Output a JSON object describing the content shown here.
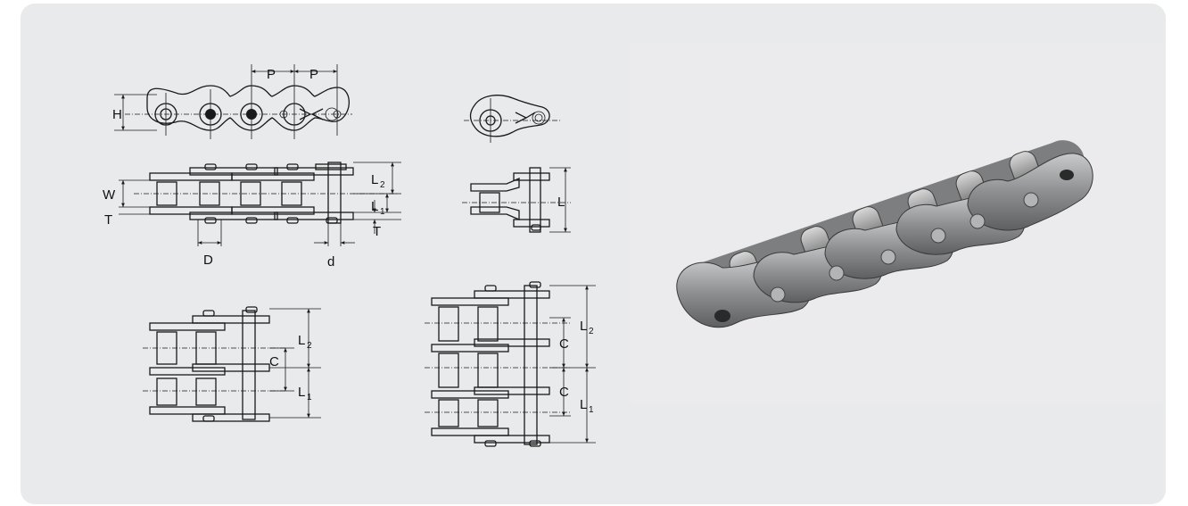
{
  "labels": {
    "pitch": "P",
    "height": "H",
    "inner_width": "W",
    "plate_thickness": "T",
    "roller_diameter": "D",
    "pin_diameter": "d",
    "length": "L",
    "length_1": "L",
    "length_1_sub": "1",
    "length_2": "L",
    "length_2_sub": "2",
    "transverse_pitch": "C"
  },
  "colors": {
    "panel_background": "#e9eaec",
    "line": "#1a1a1a",
    "photo_background": "#ebebed"
  },
  "photo": {
    "subject": "roller-chain-photo"
  }
}
